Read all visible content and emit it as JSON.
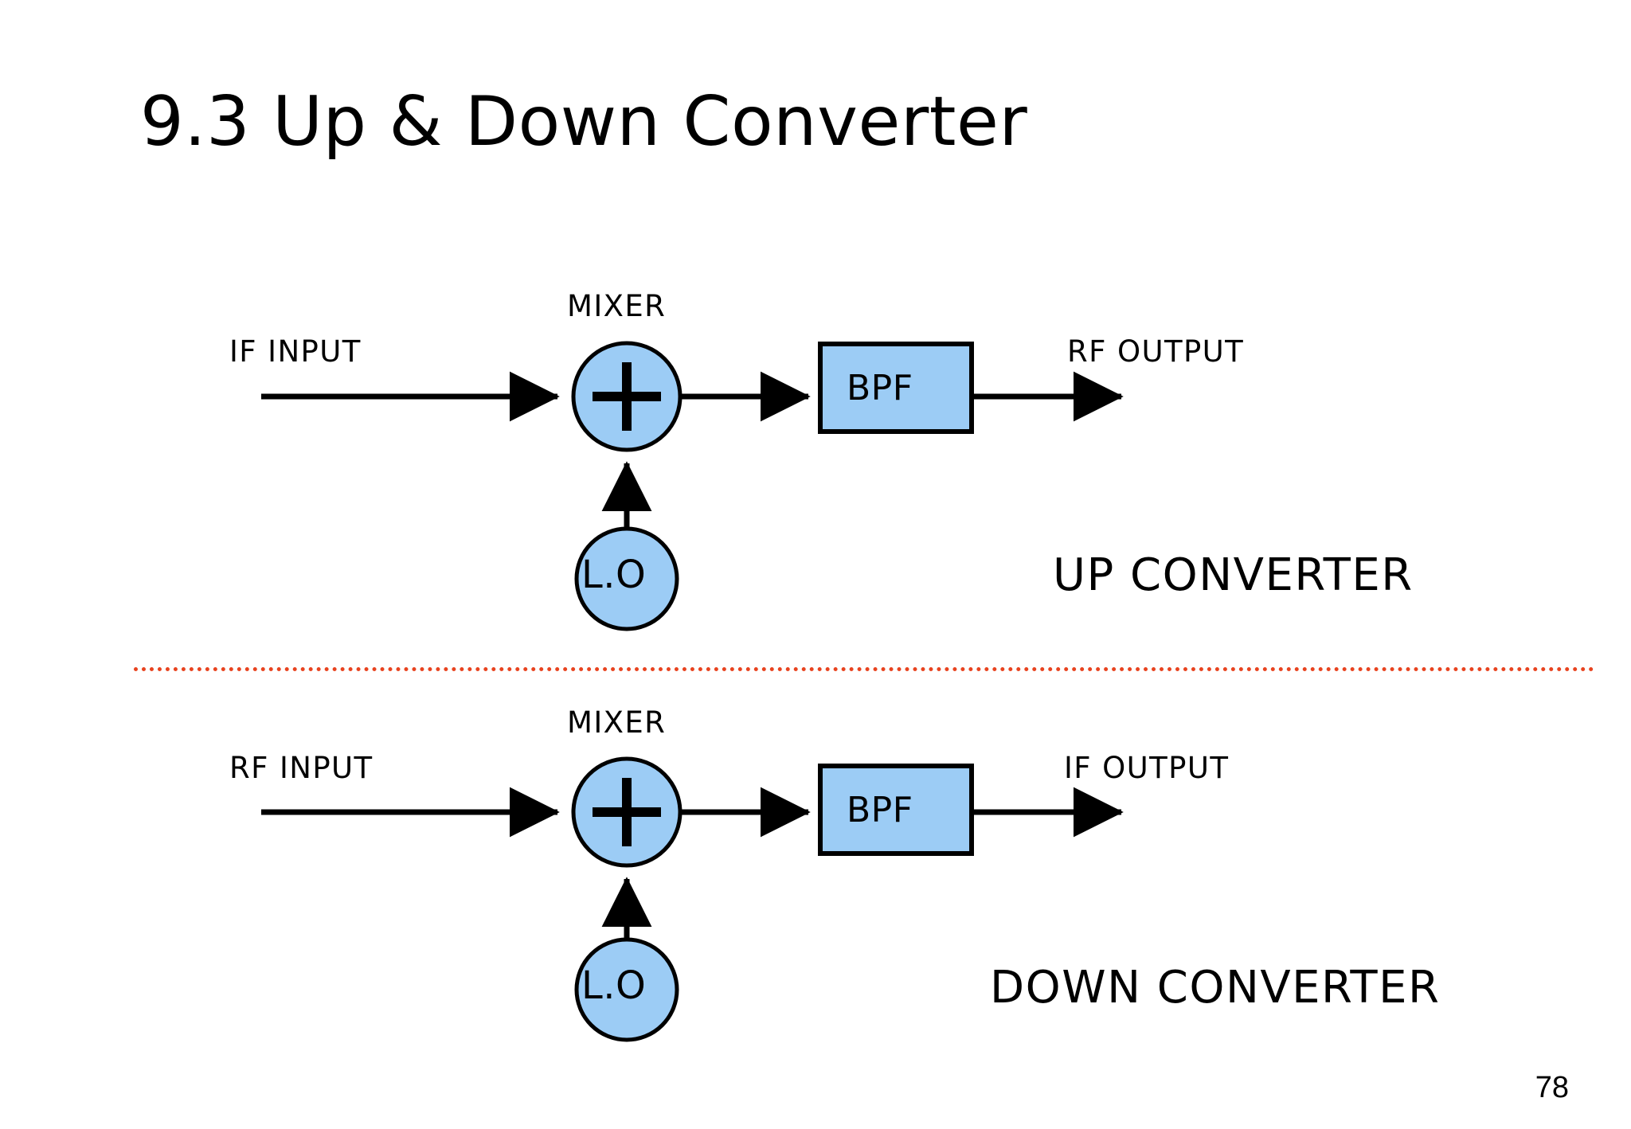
{
  "slide": {
    "title": "9.3 Up & Down Converter",
    "page_number": "78",
    "background_color": "#ffffff",
    "divider_color": "#E8431F"
  },
  "theme": {
    "block_fill": "#9CCCF5",
    "stroke": "#000000",
    "text": "#000000"
  },
  "diagrams": [
    {
      "id": "up-converter",
      "caption": "UP CONVERTER",
      "mixer_label": "MIXER",
      "input_label": "IF INPUT",
      "output_label": "RF OUTPUT",
      "mixer_symbol": "+",
      "filter_label": "BPF",
      "oscillator_label": "L.O"
    },
    {
      "id": "down-converter",
      "caption": "DOWN  CONVERTER",
      "mixer_label": "MIXER",
      "input_label": "RF INPUT",
      "output_label": "IF OUTPUT",
      "mixer_symbol": "+",
      "filter_label": "BPF",
      "oscillator_label": "L.O"
    }
  ]
}
